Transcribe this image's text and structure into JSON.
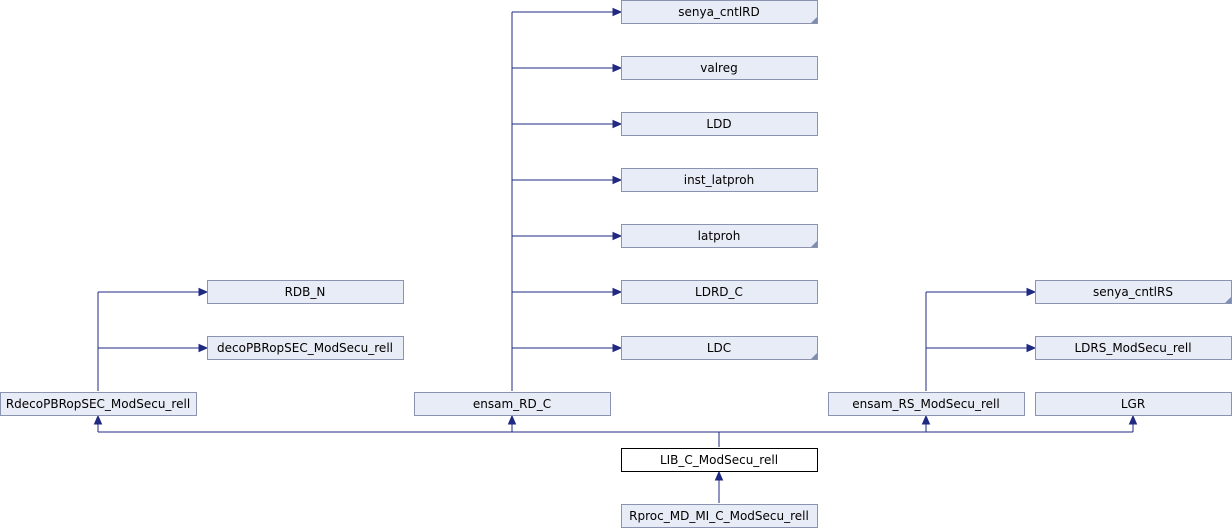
{
  "diagram": {
    "nodes": {
      "senya_cntlRD": "senya_cntlRD",
      "valreg": "valreg",
      "LDD": "LDD",
      "inst_latproh": "inst_latproh",
      "latproh": "latproh",
      "LDRD_C": "LDRD_C",
      "LDC": "LDC",
      "RDB_N": "RDB_N",
      "decoPBRopSEC_ModSecu_rell": "decoPBRopSEC_ModSecu_rell",
      "RdecoPBRopSEC_ModSecu_rell": "RdecoPBRopSEC_ModSecu_rell",
      "ensam_RD_C": "ensam_RD_C",
      "ensam_RS_ModSecu_rell": "ensam_RS_ModSecu_rell",
      "LGR": "LGR",
      "senya_cntlRS": "senya_cntlRS",
      "LDRS_ModSecu_rell": "LDRS_ModSecu_rell",
      "LIB_C_ModSecu_rell": "LIB_C_ModSecu_rell",
      "Rproc_MD_MI_C_ModSecu_rell": "Rproc_MD_MI_C_ModSecu_rell"
    },
    "colors": {
      "node_fill": "#e8ecf6",
      "node_border": "#8a94b0",
      "current_fill": "#ffffff",
      "edge": "#1f2a80"
    }
  }
}
